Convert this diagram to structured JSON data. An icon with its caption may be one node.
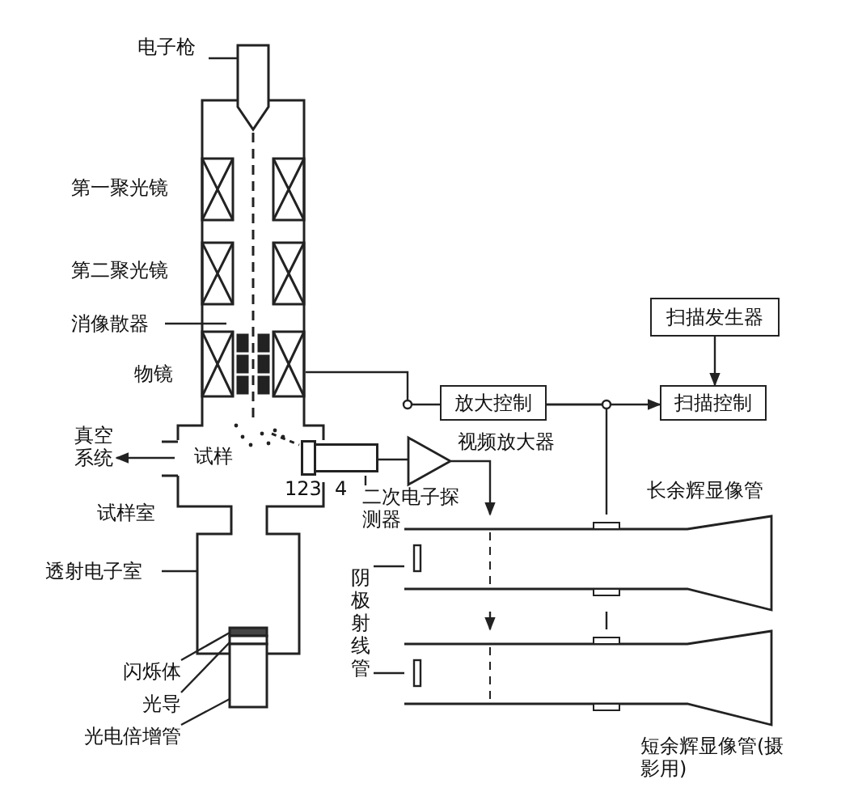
{
  "diagram": {
    "nodes": [
      {
        "text": [
          "电子枪"
        ]
      },
      {
        "text": [
          "消像散器"
        ]
      },
      {
        "text": [
          "真空系统"
        ]
      },
      {
        "text": [
          "透射电子室"
        ]
      },
      {
        "text": [
          "闪烁体"
        ]
      },
      {
        "text": [
          "光导"
        ]
      },
      {
        "text": [
          "光电倍增管"
        ]
      },
      {
        "text": [
          "二次电子探测器"
        ]
      },
      {
        "text": [
          "放大控制"
        ]
      },
      {
        "text": [
          "扫描发生器"
        ]
      },
      {
        "text": [
          "扫描控制"
        ]
      },
      {
        "text": [],
        "shape": "triangle",
        "beside": [
          "视频放大器"
        ]
      },
      {
        "text": [
          "阴极射线管"
        ]
      },
      {
        "text": [],
        "shape": "tube",
        "beside": [
          "长余辉显像管"
        ]
      },
      {
        "text": [],
        "shape": "tube",
        "beside": [
          "短余辉显像管(摄影用)"
        ]
      },
      {
        "text": [],
        "shape": "cylinder"
      }
    ],
    "edges": [
      {
        "from": 0,
        "to": null,
        "arrow": "none"
      },
      {
        "from": 1,
        "to": null,
        "arrow": "none"
      },
      {
        "from": null,
        "to": 2,
        "arrow": "to"
      },
      {
        "from": 3,
        "to": null,
        "arrow": "none"
      },
      {
        "from": 4,
        "to": null,
        "arrow": "none"
      },
      {
        "from": 5,
        "to": null,
        "arrow": "none"
      },
      {
        "from": 6,
        "to": null,
        "arrow": "none"
      },
      {
        "from": 7,
        "to": 15,
        "arrow": "none"
      },
      {
        "from": null,
        "to": 8,
        "arrow": "none"
      },
      {
        "from": 8,
        "to": 10,
        "arrow": "to"
      },
      {
        "from": 9,
        "to": 10,
        "arrow": "to"
      },
      {
        "from": 8,
        "to": 13,
        "arrow": "none"
      },
      {
        "from": 13,
        "to": 14,
        "arrow": "none"
      },
      {
        "from": 15,
        "to": 11,
        "arrow": "none"
      },
      {
        "from": 11,
        "to": 13,
        "arrow": "to"
      },
      {
        "from": 13,
        "to": 14,
        "arrow": "to"
      },
      {
        "from": 12,
        "to": 13,
        "arrow": "none"
      },
      {
        "from": 12,
        "to": 14,
        "arrow": "none"
      }
    ],
    "labels": [
      "第一聚光镜",
      "第二聚光镜",
      "物镜",
      "试样",
      "试样室",
      "123",
      "4"
    ]
  }
}
